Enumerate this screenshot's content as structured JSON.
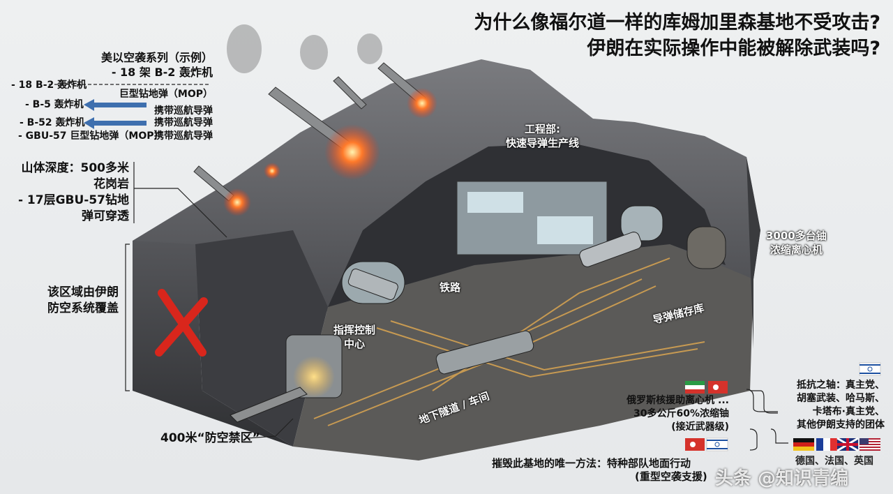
{
  "title": {
    "line1": "为什么像福尔道一样的库姆加里森基地不受攻击?",
    "line2": "伊朗在实际操作中能被解除武装吗?"
  },
  "airstrike_legend": {
    "heading": "美以空袭系列（示例）",
    "sub": "- 18 架 B-2 轰炸机",
    "rows": [
      {
        "left": "- 18 B-2 轰炸机",
        "right": "巨型钻地弹（MOP）"
      },
      {
        "left": "- B-5 轰炸机",
        "right": "携带巡航导弹"
      },
      {
        "left": "- B-52 轰炸机",
        "right": "携带巡航导弹"
      },
      {
        "left": "- GBU-57 巨型钻地弹（MOP）",
        "right": "携带巡航导弹"
      }
    ],
    "arrow_color": "#3e6fae"
  },
  "mountain_depth": {
    "line1": "山体深度：500多米",
    "line2": "花岗岩",
    "line3": "- 17层GBU-57钻地",
    "line4": "弹可穿透"
  },
  "air_defense": {
    "line1": "该区域由伊朗",
    "line2": "防空系统覆盖"
  },
  "no_fly_zone": "400米“防空禁区”",
  "labels": {
    "engineering_line1": "工程部:",
    "engineering_line2": "快速导弹生产线",
    "railway": "铁路",
    "command_line1": "指挥控制",
    "command_line2": "中心",
    "missile_storage": "导弹储存库",
    "tunnel": "地下隧道 / 车间",
    "centrifuges_line1": "3000多台铀",
    "centrifuges_line2": "浓缩离心机"
  },
  "bottom_right": {
    "russia_line1": "俄罗斯核援助离心机 ...",
    "russia_line2": "30多公斤60%浓缩铀",
    "russia_line3": "(接近武器级)",
    "axis_line1": "抵抗之轴：真主党、",
    "axis_line2": "胡塞武装、哈马斯、",
    "axis_line3": "卡塔布·真主党、",
    "axis_line4": "其他伊朗支持的团体",
    "only_way_line1": "摧毁此基地的唯一方法：特种部队地面行动",
    "only_way_line2": "(重型空袭支援)",
    "europe": "德国、法国、英国"
  },
  "flags": [
    "iran-flag",
    "turkey-flag",
    "israel-flag",
    "germany-flag",
    "france-flag",
    "uk-flag",
    "usa-flag"
  ],
  "watermark": "头条 @知识青编",
  "colors": {
    "rock": "#4a4b4e",
    "explosion": "#e03a20",
    "x_mark": "#d9261c",
    "light": "#f3b13a"
  }
}
